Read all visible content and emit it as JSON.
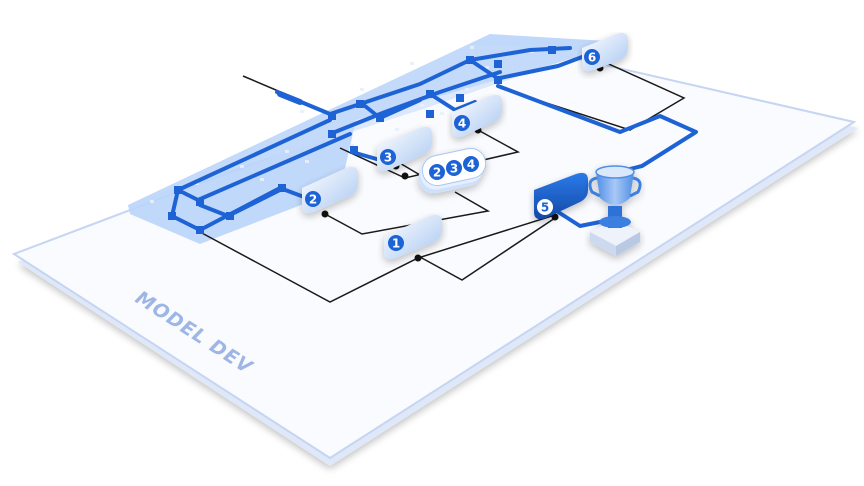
{
  "board": {
    "label": "MODEL DEV"
  },
  "nodes": {
    "n1": "1",
    "n2": "2",
    "n3": "3",
    "n4": "4",
    "n5": "5",
    "n6": "6"
  },
  "stack": {
    "a": "2",
    "b": "3",
    "c": "4"
  },
  "icons": {
    "goal": "trophy-icon"
  },
  "colors": {
    "accent": "#1e63d6",
    "panel": "#b9d3f8",
    "line": "#1a1a1a",
    "board_edge": "#c7d6f3"
  }
}
